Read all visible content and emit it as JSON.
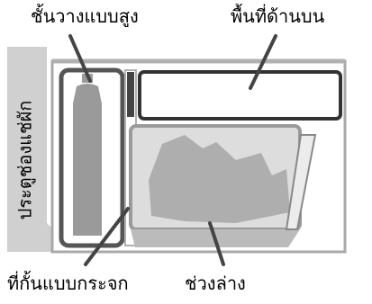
{
  "labels": {
    "tall_shelf": "ชั้นวางแบบสูง",
    "upper_area": "พื้นที่ด้านบน",
    "door_pocket": "ประตูช่องแช่ผัก",
    "glass_divider": "ที่กั้นแบบกระจก",
    "lower_area": "ช่วงล่าง"
  }
}
